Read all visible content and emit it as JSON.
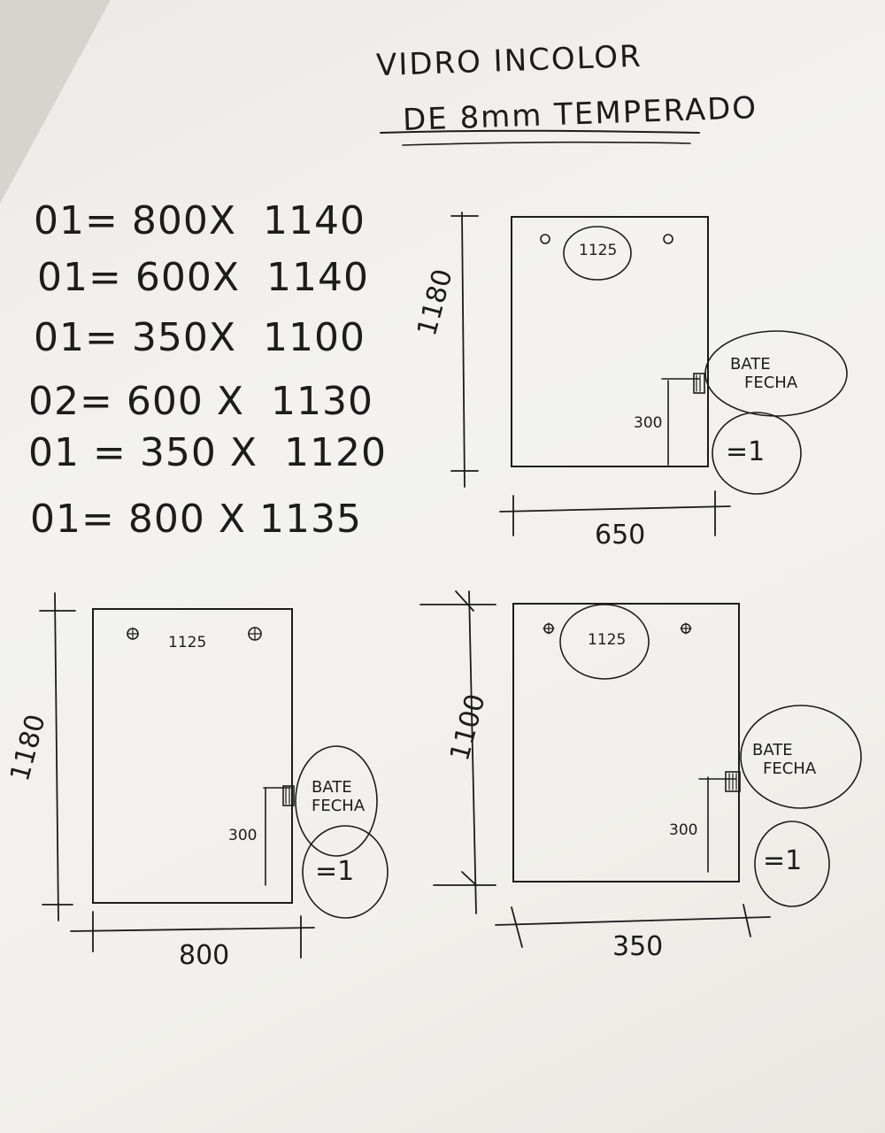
{
  "title": {
    "line1": "VIDRO INCOLOR",
    "line2": "DE 8mm TEMPERADO"
  },
  "cut_list": [
    {
      "qty": "01",
      "eq": "=",
      "width": "800",
      "x": "X",
      "height": "1140"
    },
    {
      "qty": "01",
      "eq": "=",
      "width": "600",
      "x": "X",
      "height": "1140"
    },
    {
      "qty": "01",
      "eq": "=",
      "width": "350",
      "x": "X",
      "height": "1100"
    },
    {
      "qty": "02",
      "eq": "=",
      "width": "600",
      "x": "X",
      "height": "1130"
    },
    {
      "qty": "01",
      "eq": "=",
      "width": "350",
      "x": "X",
      "height": "1120"
    },
    {
      "qty": "01",
      "eq": "=",
      "width": "800",
      "x": "X",
      "height": "1135"
    }
  ],
  "panels": {
    "top_right": {
      "height": "1180",
      "width": "650",
      "hole_spacing": "1125",
      "latch_offset": "300",
      "latch_note": [
        "BATE",
        "FECHA"
      ],
      "qty": "=1"
    },
    "bottom_left": {
      "height": "1180",
      "width": "800",
      "hole_spacing": "1125",
      "latch_offset": "300",
      "latch_note": [
        "BATE",
        "FECHA"
      ],
      "qty": "=1"
    },
    "bottom_right": {
      "height": "1100",
      "width": "350",
      "hole_spacing": "1125",
      "latch_offset": "300",
      "latch_note": [
        "BATE",
        "FECHA"
      ],
      "qty": "=1"
    }
  }
}
